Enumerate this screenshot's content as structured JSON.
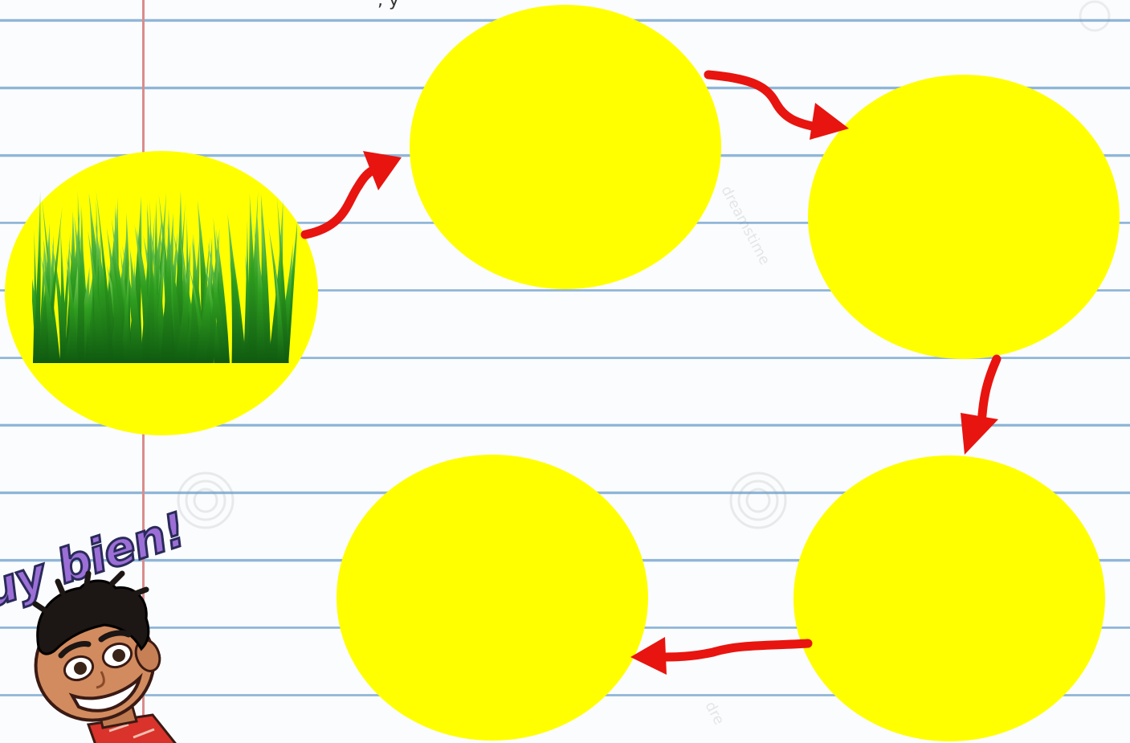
{
  "page": {
    "top_text": ", y"
  },
  "diagram": {
    "nodes": [
      {
        "id": "node-1",
        "content": "grass-image",
        "label": ""
      },
      {
        "id": "node-2",
        "content": "empty",
        "label": ""
      },
      {
        "id": "node-3",
        "content": "empty",
        "label": ""
      },
      {
        "id": "node-4",
        "content": "empty",
        "label": ""
      },
      {
        "id": "node-5",
        "content": "empty",
        "label": ""
      }
    ],
    "edges": [
      {
        "from": "node-1",
        "to": "node-2"
      },
      {
        "from": "node-2",
        "to": "node-3"
      },
      {
        "from": "node-3",
        "to": "node-4"
      },
      {
        "from": "node-4",
        "to": "node-5"
      }
    ],
    "node_color": "#ffff00",
    "arrow_color": "#e8140f",
    "grass_color": "#2e9b1a"
  },
  "sticker": {
    "text": "¡Muy bien!",
    "visible_text": "uy bien!",
    "icon": "bitmoji-boy-avatar"
  },
  "notebook": {
    "line_color": "#8fb6d8",
    "margin_color": "#d98c8c"
  }
}
